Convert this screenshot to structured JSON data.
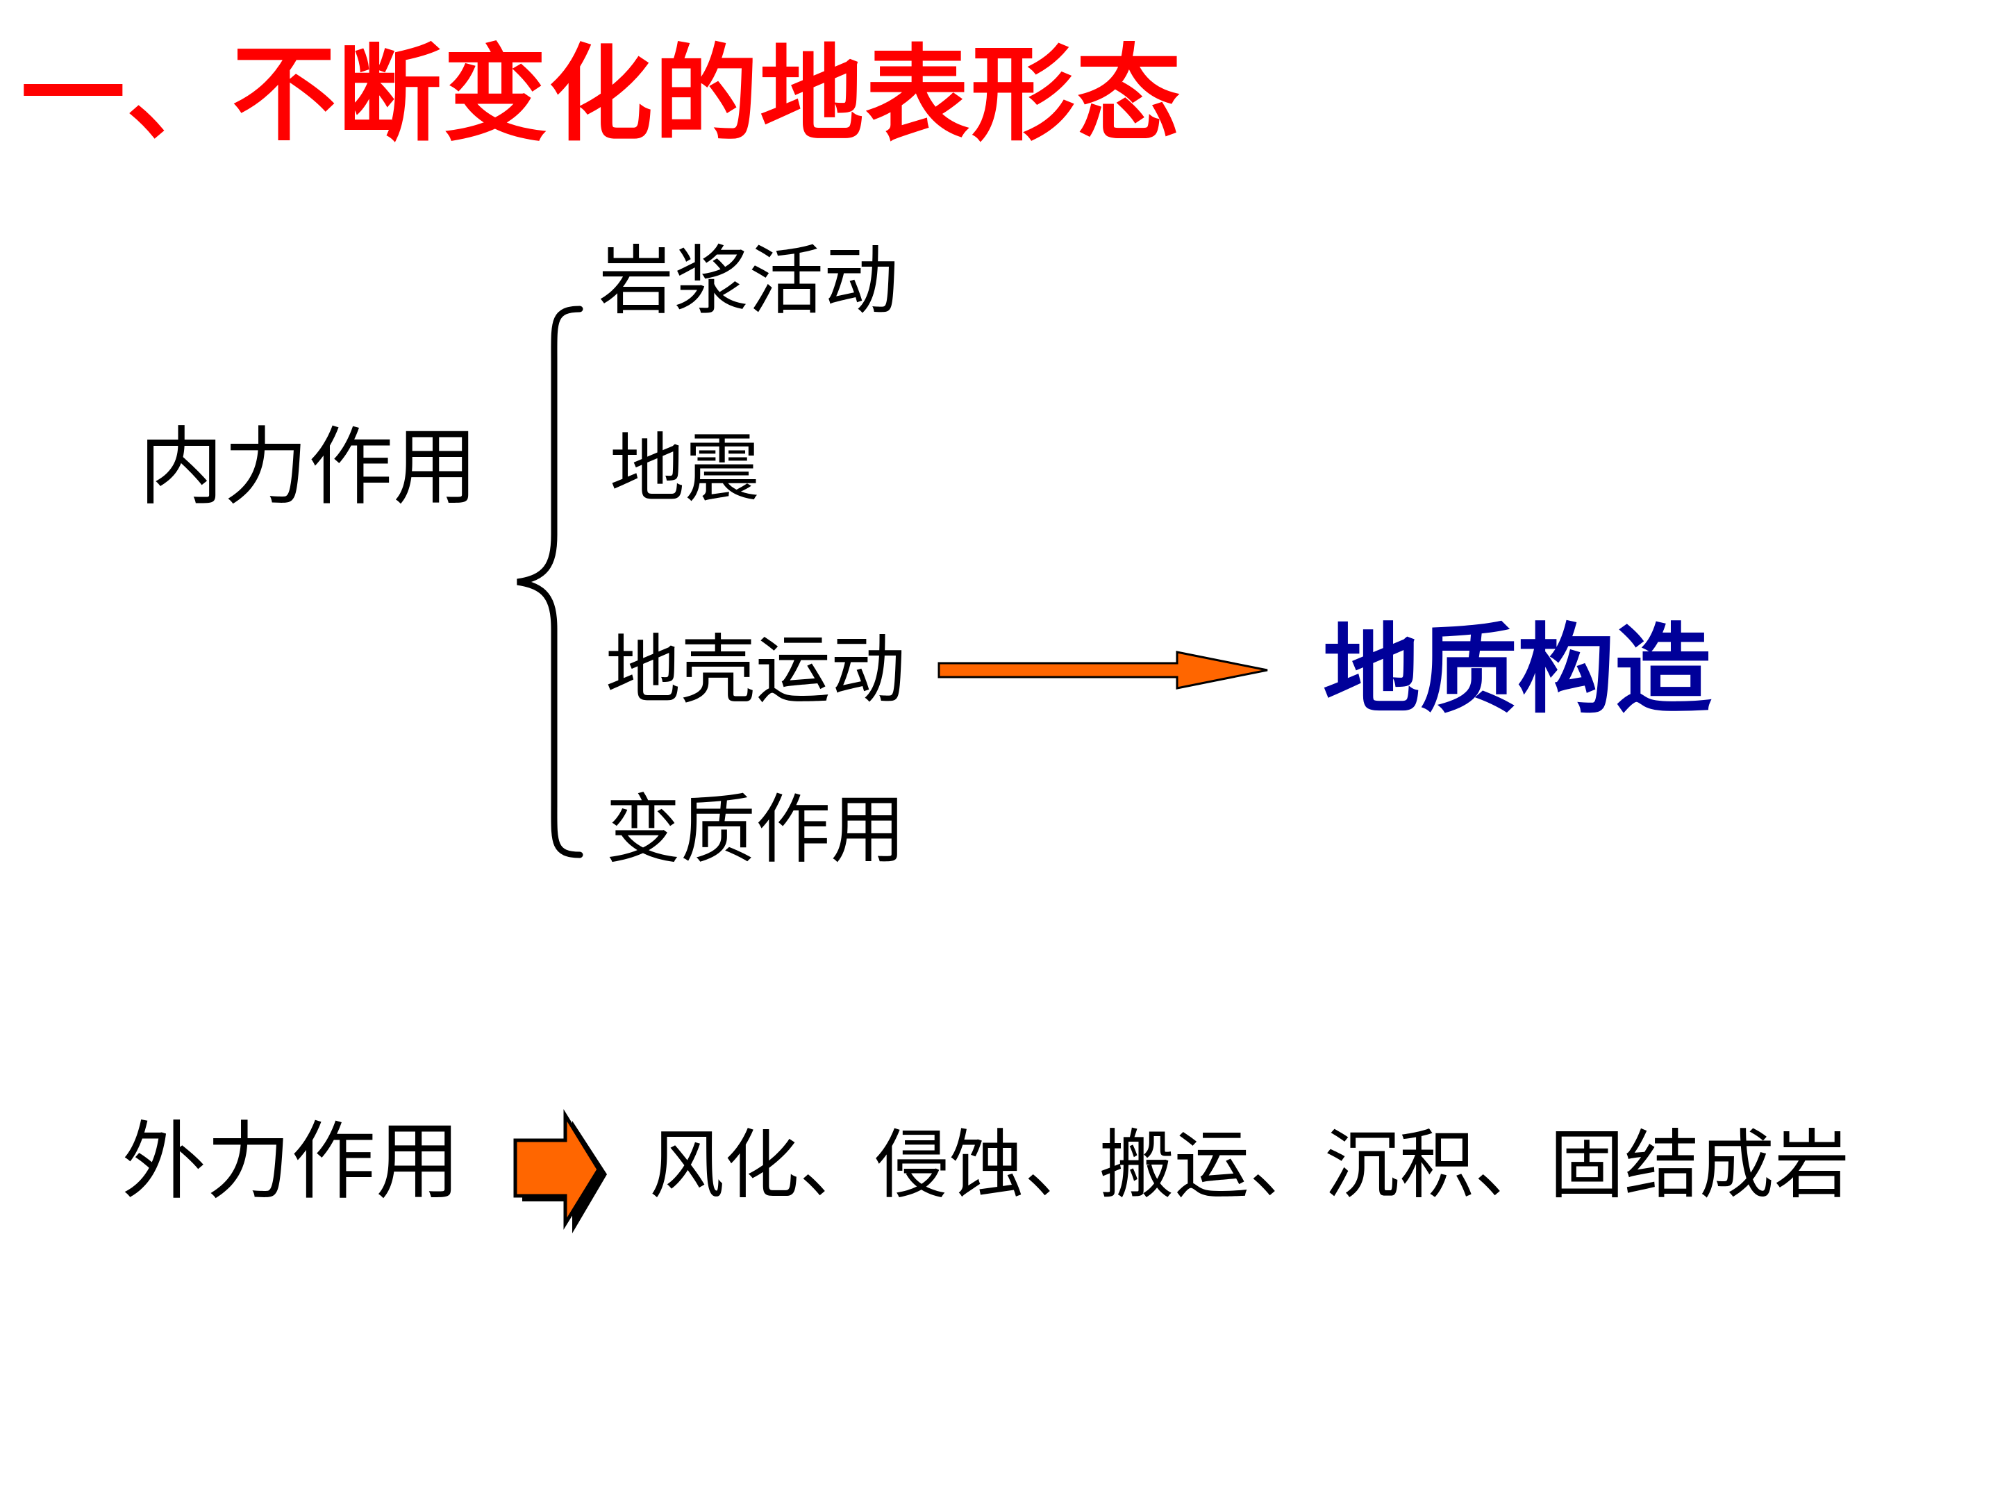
{
  "slide": {
    "title": "一、不断变化的地表形态",
    "title_color": "#FF0000",
    "internal": {
      "label": "内力作用",
      "items": [
        "岩浆活动",
        "地震",
        "地壳运动",
        "变质作用"
      ],
      "result": "地质构造",
      "result_color": "#000099",
      "arrow_color": "#FF6600"
    },
    "external": {
      "label": "外力作用",
      "processes": "风化、侵蚀、搬运、沉积、固结成岩",
      "arrow_color": "#FF6600"
    }
  }
}
